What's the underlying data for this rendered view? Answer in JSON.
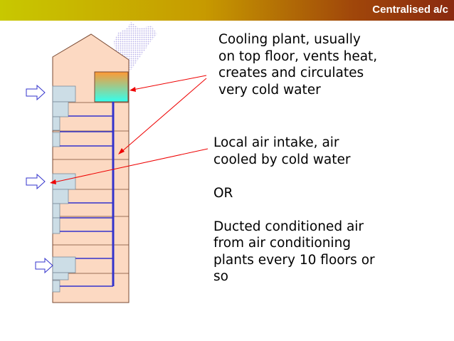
{
  "slide": {
    "title": "Centralised a/c"
  },
  "labels": {
    "cooling_plant": "Cooling plant, usually\non top floor, vents heat,\ncreates and circulates\nvery cold water",
    "air_intake": "Local air intake, air\ncooled by cold water\n\nOR\n\nDucted conditioned air\nfrom air conditioning\nplants every 10 floors or\nso"
  },
  "colors": {
    "building_fill": "#fcd9c2",
    "building_stroke": "#7a4a33",
    "pipe": "#3333cc",
    "pointer": "#ee0000",
    "smoke": "#b9b2ea",
    "intake_box": "#ccdde6",
    "plant_top": "#ff9933",
    "plant_bottom": "#33ffee",
    "arrow_fill": "#ffffff",
    "arrow_stroke": "#3333cc"
  }
}
